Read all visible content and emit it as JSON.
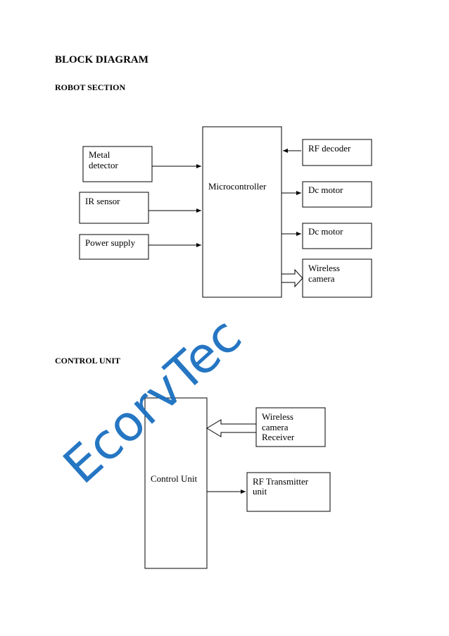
{
  "headings": {
    "title": "BLOCK DIAGRAM",
    "robot_section": "ROBOT SECTION",
    "control_unit": "CONTROL UNIT"
  },
  "robot_section": {
    "inputs": [
      {
        "lines": [
          "Metal",
          "detector"
        ]
      },
      {
        "lines": [
          "IR sensor"
        ]
      },
      {
        "lines": [
          "Power supply"
        ]
      }
    ],
    "central": "Microcontroller",
    "outputs": [
      {
        "lines": [
          "RF decoder"
        ],
        "arrow": "incoming"
      },
      {
        "lines": [
          "Dc motor"
        ],
        "arrow": "outgoing"
      },
      {
        "lines": [
          "Dc motor"
        ],
        "arrow": "outgoing"
      },
      {
        "lines": [
          "Wireless",
          "camera"
        ],
        "arrow": "outgoing-hollow"
      }
    ]
  },
  "control_section": {
    "central": "Control Unit",
    "wireless_receiver": {
      "lines": [
        "Wireless",
        "camera",
        "Receiver"
      ],
      "arrow": "incoming-hollow"
    },
    "rf_transmitter": {
      "lines": [
        "RF Transmitter",
        "unit"
      ],
      "arrow": "outgoing"
    }
  },
  "watermark": {
    "text": "EcorvTec",
    "color": "#1a6fc0"
  }
}
